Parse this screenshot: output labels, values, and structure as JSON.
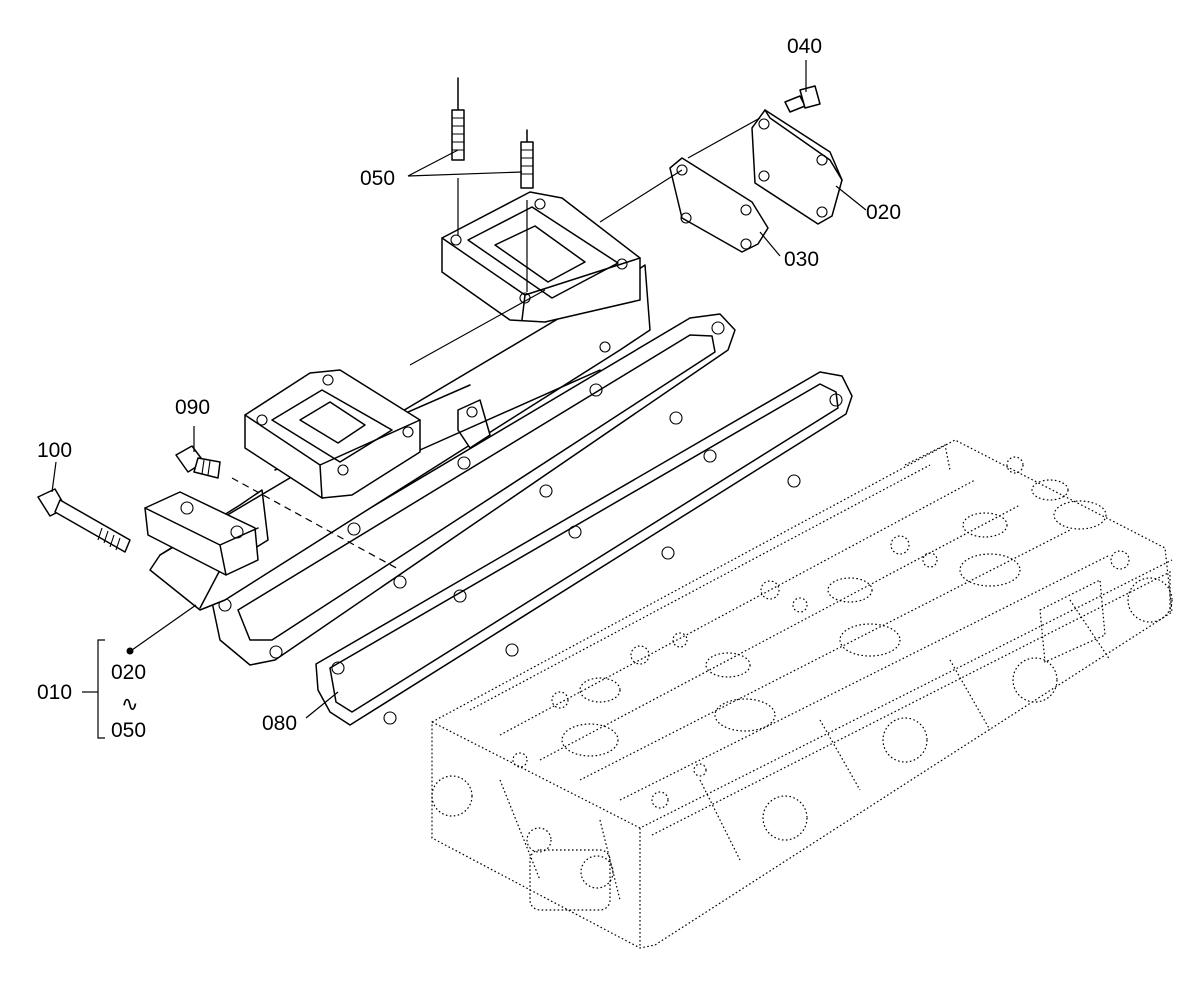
{
  "callouts": {
    "p010": "010",
    "p020_group": "020",
    "p050_group": "050",
    "range_mark": "∿",
    "p020": "020",
    "p030": "030",
    "p040": "040",
    "p050": "050",
    "p080": "080",
    "p090": "090",
    "p100": "100"
  }
}
